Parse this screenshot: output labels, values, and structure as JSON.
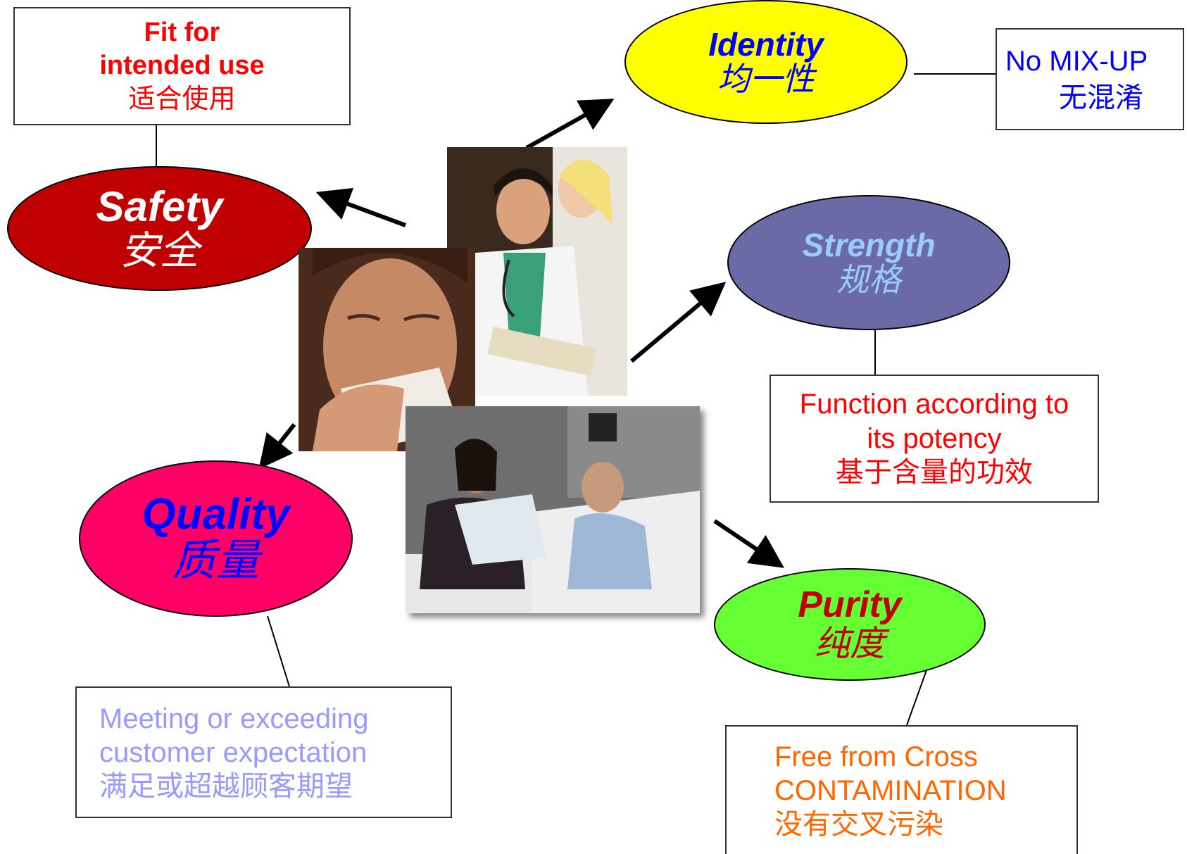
{
  "colors": {
    "safety_fill": "#c00000",
    "identity_fill": "#ffff00",
    "strength_fill": "#6a6aa6",
    "quality_fill": "#ff0066",
    "purity_fill": "#66ff33",
    "red_text": "#ff0000",
    "blue_text": "#0000ff",
    "lavender_text": "#9999ff",
    "orange_text": "#ff6600"
  },
  "nodes": {
    "identity": {
      "en": "Identity",
      "cn": "均一性"
    },
    "safety": {
      "en": "Safety",
      "cn": "安全"
    },
    "strength": {
      "en": "Strength",
      "cn": "规格"
    },
    "quality": {
      "en": "Quality",
      "cn": "质量"
    },
    "purity": {
      "en": "Purity",
      "cn": "纯度"
    }
  },
  "boxes": {
    "fit": {
      "line1": "Fit for",
      "line2": "intended use",
      "line3": "适合使用"
    },
    "mixup": {
      "line1": "No MIX-UP",
      "line2": "无混淆"
    },
    "function": {
      "line1": "Function according to",
      "line2": "its potency",
      "line3": "基于含量的功效"
    },
    "meeting": {
      "line1": "Meeting or exceeding",
      "line2": "customer expectation",
      "line3": "满足或超越顾客期望"
    },
    "free": {
      "line1": "Free from Cross",
      "line2": "CONTAMINATION",
      "line3": "没有交叉污染"
    }
  },
  "photos": {
    "doctors": "doctors-photo",
    "sneeze": "sneezing-woman-photo",
    "patient": "hospital-patient-photo"
  }
}
